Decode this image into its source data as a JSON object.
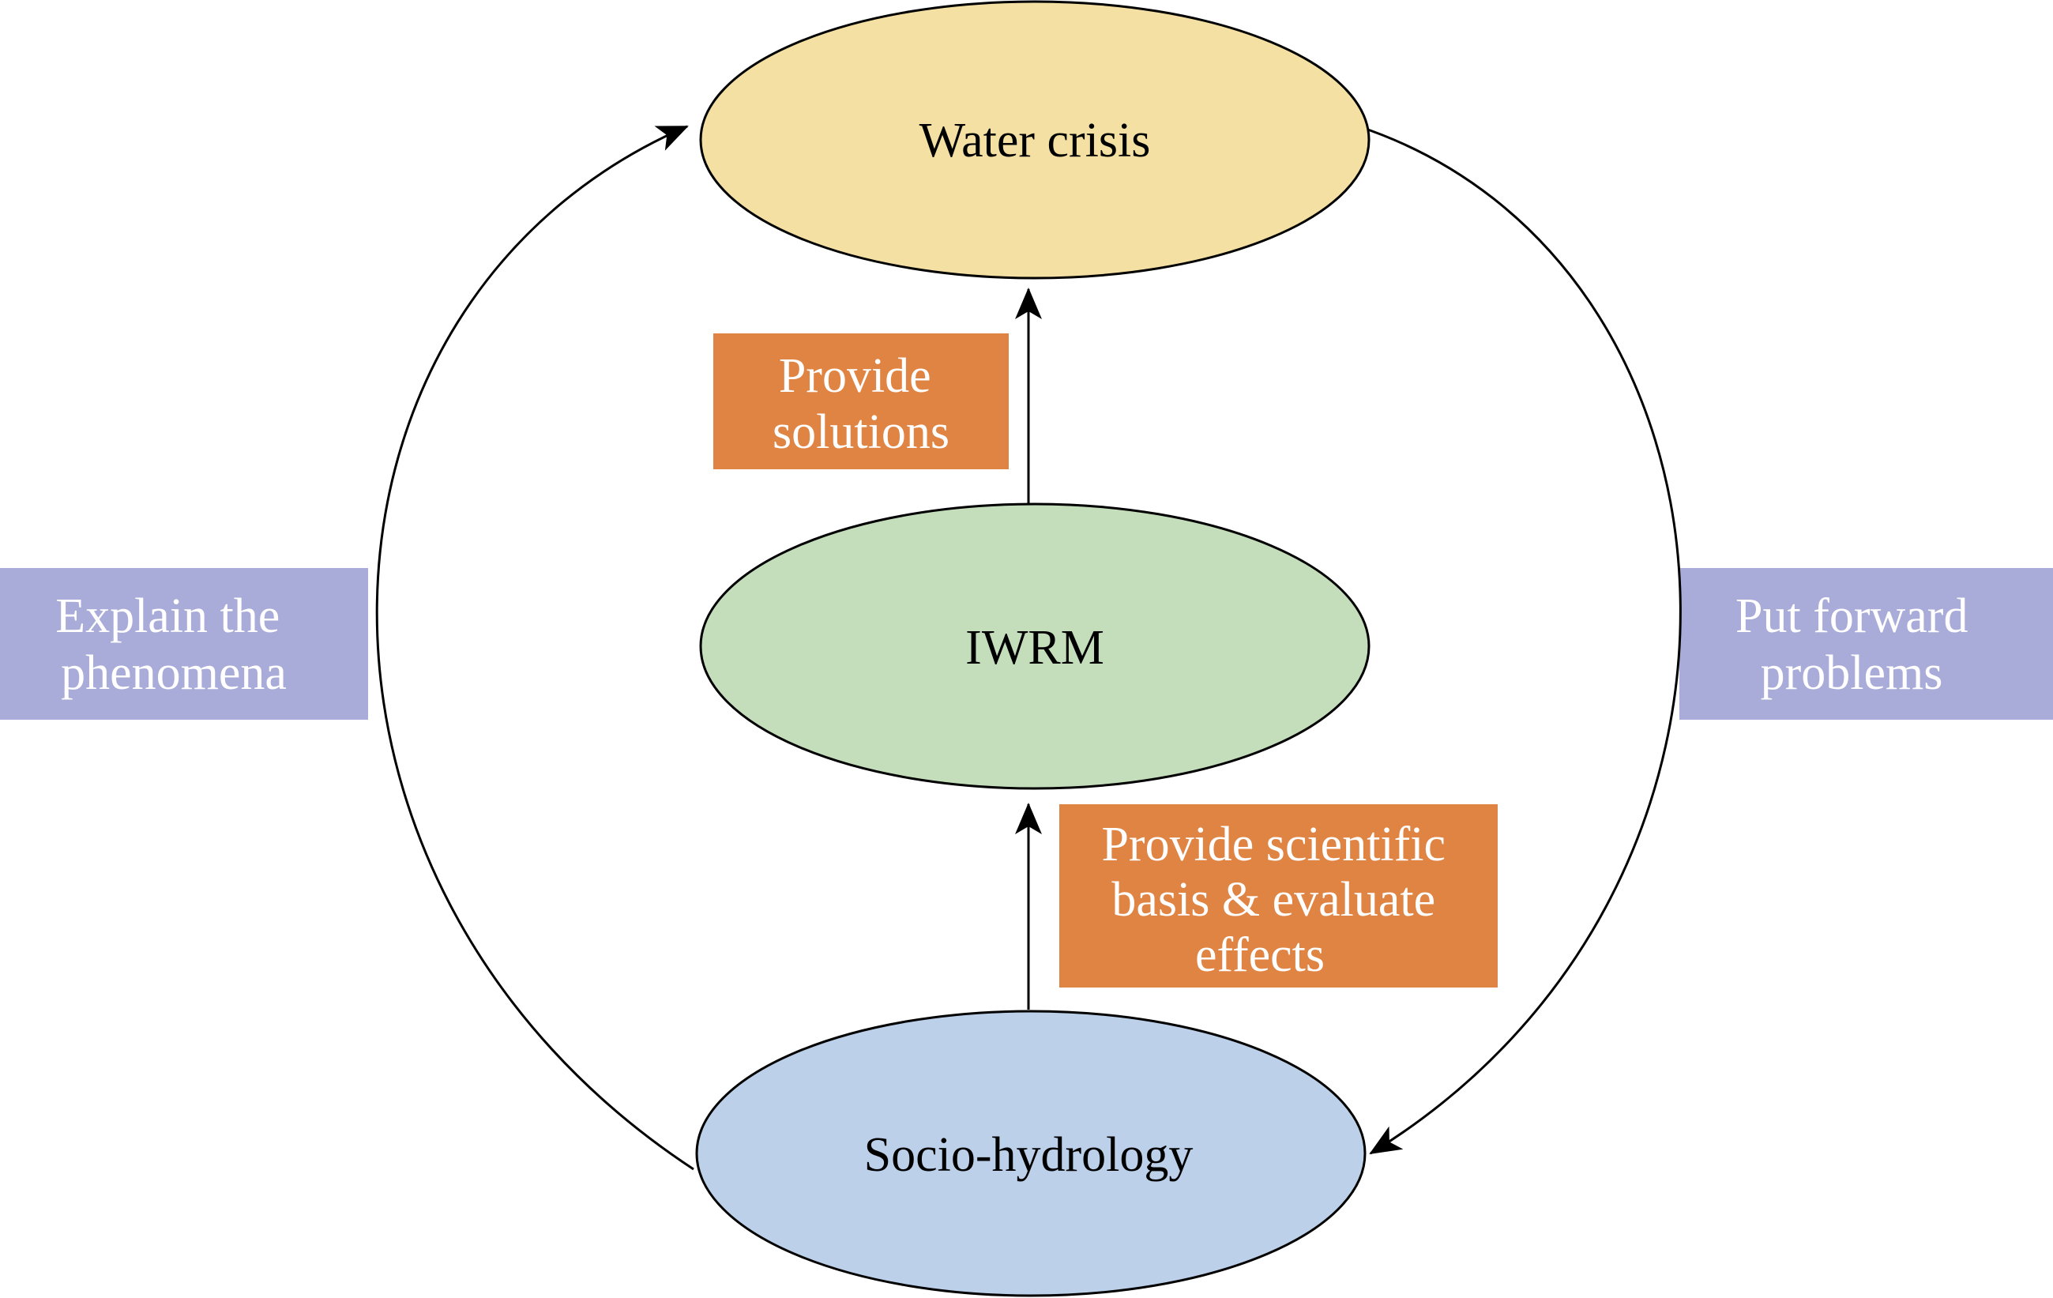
{
  "nodes": {
    "water_crisis": {
      "label": "Water crisis",
      "color": "#F5E0A3"
    },
    "iwrm": {
      "label": "IWRM",
      "color": "#C4DEBC"
    },
    "socio_hydrology": {
      "label": "Socio-hydrology",
      "color": "#BCD0EA"
    }
  },
  "relations": {
    "provide_solutions": {
      "lines": [
        "Provide",
        "solutions"
      ],
      "color": "#E08444"
    },
    "provide_basis": {
      "lines": [
        "Provide scientific",
        "basis & evaluate",
        "effects"
      ],
      "color": "#E08444"
    }
  },
  "side_labels": {
    "explain": {
      "lines": [
        "Explain the",
        "phenomena"
      ],
      "color": "#A9ABD9"
    },
    "put_forward": {
      "lines": [
        "Put forward",
        "problems"
      ],
      "color": "#A9ABD9"
    }
  }
}
